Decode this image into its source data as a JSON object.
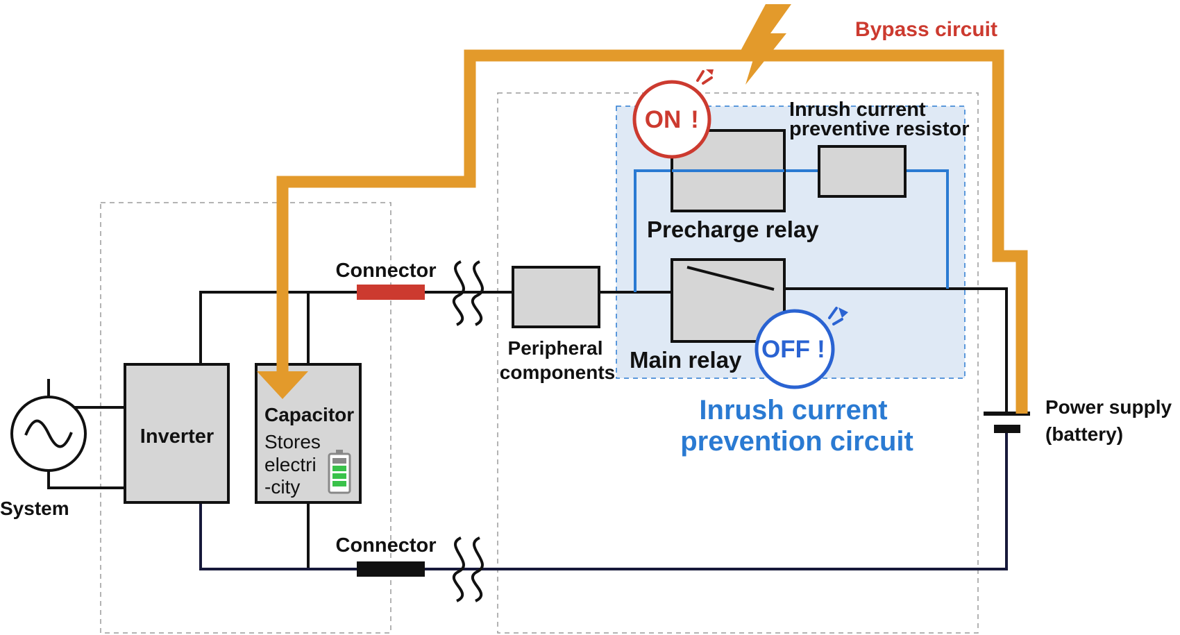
{
  "labels": {
    "bypass_circuit": "Bypass circuit",
    "inrush_resistor_line1": "Inrush current",
    "inrush_resistor_line2": "preventive resistor",
    "precharge_relay": "Precharge relay",
    "on_badge": "ON",
    "on_mark": "!",
    "off_badge": "OFF",
    "off_mark": "!",
    "main_relay": "Main relay",
    "connector_top": "Connector",
    "connector_bottom": "Connector",
    "peripheral_line1": "Peripheral",
    "peripheral_line2": "components",
    "inverter": "Inverter",
    "capacitor_title": "Capacitor",
    "capacitor_desc_line1": "Stores",
    "capacitor_desc_line2": "electri",
    "capacitor_desc_line3": "-city",
    "system": "System",
    "power_supply_line1": "Power supply",
    "power_supply_line2": "(battery)",
    "prevention_line1": "Inrush current",
    "prevention_line2": "prevention circuit"
  },
  "icons": {
    "ac_source": "ac-source-icon",
    "battery": "battery-icon",
    "lightning": "lightning-bolt-icon",
    "capacitor_battery": "battery-level-icon"
  },
  "colors": {
    "bypass": "#e39a2b",
    "bypass_label": "#cc3a2f",
    "prevention_label": "#2a7ad2",
    "prevention_fill": "#dfe9f5",
    "blue_wire": "#2a7ad2",
    "on_red": "#cc3a2f",
    "off_blue": "#2a63d2",
    "connector_red": "#cc3a2f",
    "connector_black": "#111111",
    "component_fill": "#d6d6d6",
    "negative_wire": "#17193a",
    "battery_green": "#39c24a"
  }
}
